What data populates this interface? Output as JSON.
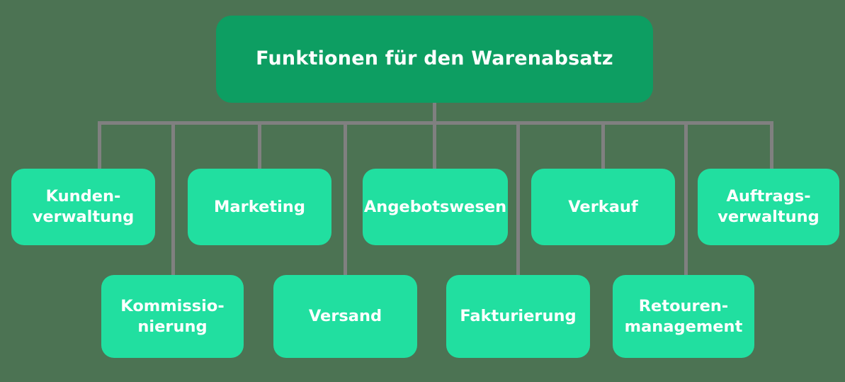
{
  "diagram": {
    "type": "organizational-tree",
    "title": "Funktionen für den Warenabsatz",
    "background_color": "#4c7353",
    "root_color": "#0d9e62",
    "node_color": "#21dfa0",
    "connector_color": "#808080",
    "text_color": "#ffffff",
    "root": {
      "label": "Funktionen für den Warenabsatz",
      "lines": [
        "Funktionen für den Warenabsatz"
      ]
    },
    "row1": [
      {
        "label": "Kundenverwaltung",
        "lines": [
          "Kunden-",
          "verwaltung"
        ]
      },
      {
        "label": "Marketing",
        "lines": [
          "Marketing"
        ]
      },
      {
        "label": "Angebotswesen",
        "lines": [
          "Angebotswesen"
        ]
      },
      {
        "label": "Verkauf",
        "lines": [
          "Verkauf"
        ]
      },
      {
        "label": "Auftragsverwaltung",
        "lines": [
          "Auftrags-",
          "verwaltung"
        ]
      }
    ],
    "row2": [
      {
        "label": "Kommissionierung",
        "lines": [
          "Kommissio-",
          "nierung"
        ]
      },
      {
        "label": "Versand",
        "lines": [
          "Versand"
        ]
      },
      {
        "label": "Fakturierung",
        "lines": [
          "Fakturierung"
        ]
      },
      {
        "label": "Retourenmanagement",
        "lines": [
          "Retouren-",
          "management"
        ]
      }
    ]
  }
}
